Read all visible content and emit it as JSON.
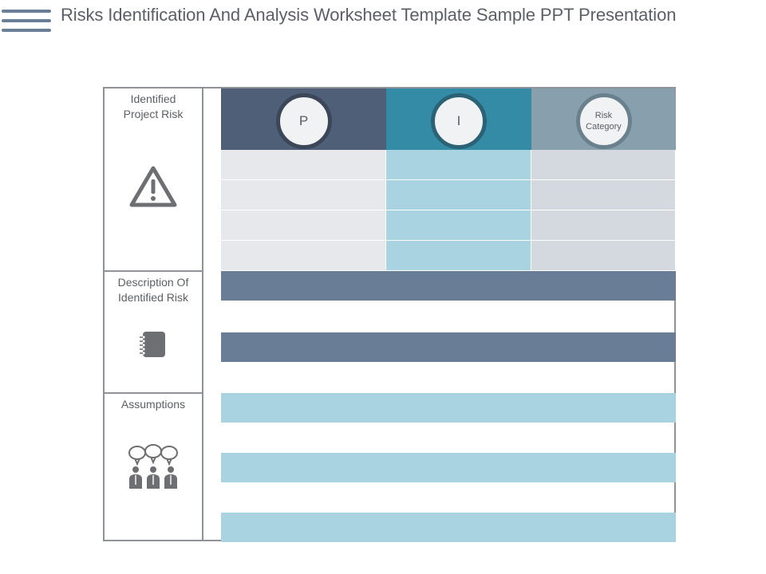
{
  "header": {
    "title": "Risks Identification And Analysis Worksheet  Template Sample PPT Presentation"
  },
  "sections": [
    {
      "label": "Identified\nProject Risk",
      "icon": "warning-icon"
    },
    {
      "label": "Description Of\nIdentified Risk",
      "icon": "notebook-icon"
    },
    {
      "label": "Assumptions",
      "icon": "people-talking-icon"
    }
  ],
  "columns": [
    {
      "label": "P",
      "header_color": "#4f5f78",
      "cell_color": "#e6e8ec",
      "ring_color": "#3b4658"
    },
    {
      "label": "I",
      "header_color": "#348ba6",
      "cell_color": "#a9d3e1",
      "ring_color": "#2b6275"
    },
    {
      "label": "Risk\nCategory",
      "header_color": "#88a0ad",
      "cell_color": "#d3d9df",
      "ring_color": "#6a808d"
    }
  ],
  "colors": {
    "dark_band": "#6a7d97",
    "light_band": "#a9d3e1",
    "border": "#8f9296",
    "icon": "#6e6f72",
    "hamburger": "#6b7f99"
  }
}
